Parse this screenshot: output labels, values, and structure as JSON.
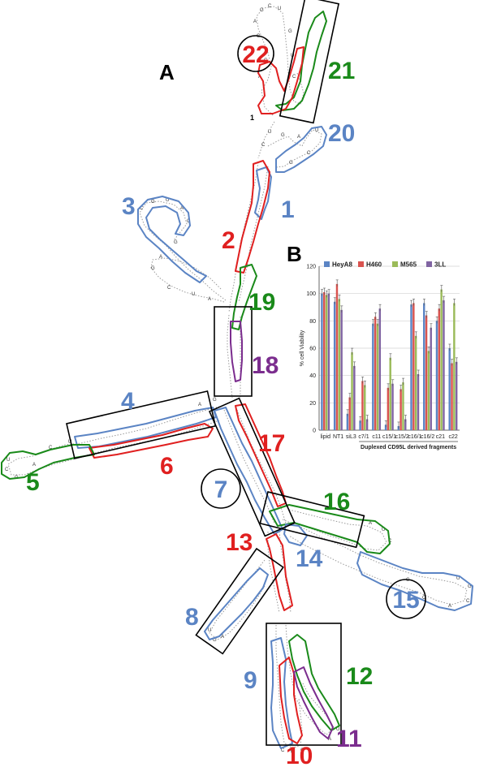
{
  "panels": {
    "a": "A",
    "b": "B"
  },
  "start_marker": "1",
  "colors": {
    "blue": "#5b84c4",
    "red": "#e02020",
    "green": "#1a8a1a",
    "purple": "#7b2d8e",
    "black": "#000000"
  },
  "fragments": [
    {
      "id": "1",
      "color": "blue"
    },
    {
      "id": "2",
      "color": "red"
    },
    {
      "id": "3",
      "color": "blue"
    },
    {
      "id": "4",
      "color": "blue"
    },
    {
      "id": "5",
      "color": "green"
    },
    {
      "id": "6",
      "color": "red"
    },
    {
      "id": "7",
      "color": "blue",
      "circled": true
    },
    {
      "id": "8",
      "color": "blue"
    },
    {
      "id": "9",
      "color": "blue"
    },
    {
      "id": "10",
      "color": "red"
    },
    {
      "id": "11",
      "color": "purple"
    },
    {
      "id": "12",
      "color": "green"
    },
    {
      "id": "13",
      "color": "red"
    },
    {
      "id": "14",
      "color": "blue"
    },
    {
      "id": "15",
      "color": "blue",
      "circled": true
    },
    {
      "id": "16",
      "color": "green"
    },
    {
      "id": "17",
      "color": "red"
    },
    {
      "id": "18",
      "color": "purple"
    },
    {
      "id": "19",
      "color": "green"
    },
    {
      "id": "20",
      "color": "blue"
    },
    {
      "id": "21",
      "color": "green"
    },
    {
      "id": "22",
      "color": "red",
      "circled": true
    }
  ],
  "chart_data": {
    "type": "bar",
    "ylabel": "% cell Viability",
    "ylim": [
      0,
      120
    ],
    "yticks": [
      "0",
      "20",
      "40",
      "60",
      "80",
      "100",
      "120"
    ],
    "categories": [
      "lipid",
      "NT1",
      "siL3",
      "c7/1",
      "c11",
      "c15/1",
      "c15/2",
      "c16/1",
      "c16/2",
      "c21",
      "c22"
    ],
    "group_label": "Duplexed CD95L derived fragments",
    "grid": true,
    "legend_position": "top",
    "series": [
      {
        "name": "HeyA8",
        "color": "#5b84c4",
        "values": [
          100,
          94,
          12,
          7,
          78,
          4,
          3,
          92,
          93,
          80,
          60
        ]
      },
      {
        "name": "H460",
        "color": "#d9534f",
        "values": [
          101,
          107,
          24,
          36,
          83,
          31,
          30,
          93,
          84,
          89,
          49
        ]
      },
      {
        "name": "M565",
        "color": "#9bbb59",
        "values": [
          99,
          96,
          57,
          33,
          78,
          53,
          35,
          69,
          58,
          103,
          93
        ]
      },
      {
        "name": "3LL",
        "color": "#8064a2",
        "values": [
          100,
          88,
          47,
          8,
          89,
          34,
          8,
          41,
          75,
          95,
          50
        ]
      }
    ]
  }
}
